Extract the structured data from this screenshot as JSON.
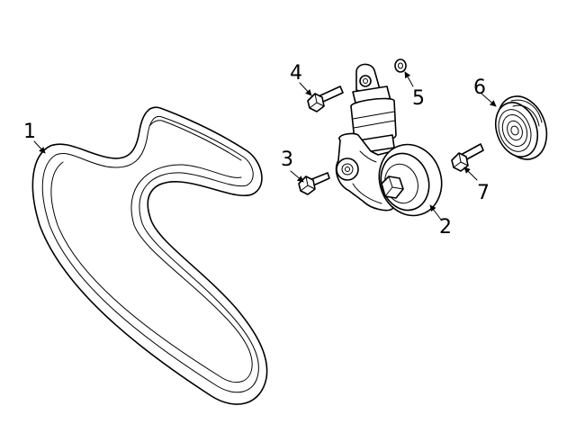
{
  "callouts": [
    {
      "id": "belt",
      "number": "1"
    },
    {
      "id": "tensioner",
      "number": "2"
    },
    {
      "id": "bolt-lower",
      "number": "3"
    },
    {
      "id": "bolt-upper",
      "number": "4"
    },
    {
      "id": "cap",
      "number": "5"
    },
    {
      "id": "idler-pulley",
      "number": "6"
    },
    {
      "id": "bolt-idler",
      "number": "7"
    }
  ]
}
